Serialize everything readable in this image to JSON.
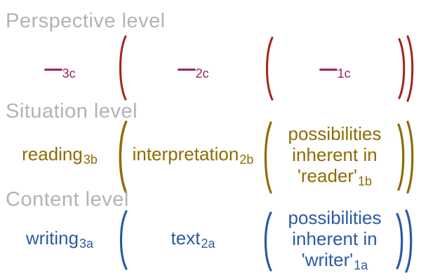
{
  "colors": {
    "background": "#ffffff",
    "heading": "#b3b3b3",
    "dash": "#9e2063",
    "paren_red": "#a42319",
    "situation": "#8e6d04",
    "content": "#2b5aa5"
  },
  "levels": [
    {
      "id": "perspective",
      "heading": "Perspective level",
      "items": [
        {
          "text": "----",
          "sub": "3c"
        },
        {
          "text": "----",
          "sub": "2c"
        },
        {
          "text": "----",
          "sub": "1c"
        }
      ]
    },
    {
      "id": "situation",
      "heading": "Situation level",
      "items": [
        {
          "text": "reading",
          "sub": "3b"
        },
        {
          "text": "interpretation",
          "sub": "2b"
        },
        {
          "lines": [
            "possibilities",
            "inherent in"
          ],
          "last_line": "'reader'",
          "sub": "1b"
        }
      ]
    },
    {
      "id": "content",
      "heading": "Content level",
      "items": [
        {
          "text": "writing",
          "sub": "3a"
        },
        {
          "text": "text",
          "sub": "2a"
        },
        {
          "lines": [
            "possibilities",
            "inherent in"
          ],
          "last_line": "'writer'",
          "sub": "1a"
        }
      ]
    }
  ]
}
